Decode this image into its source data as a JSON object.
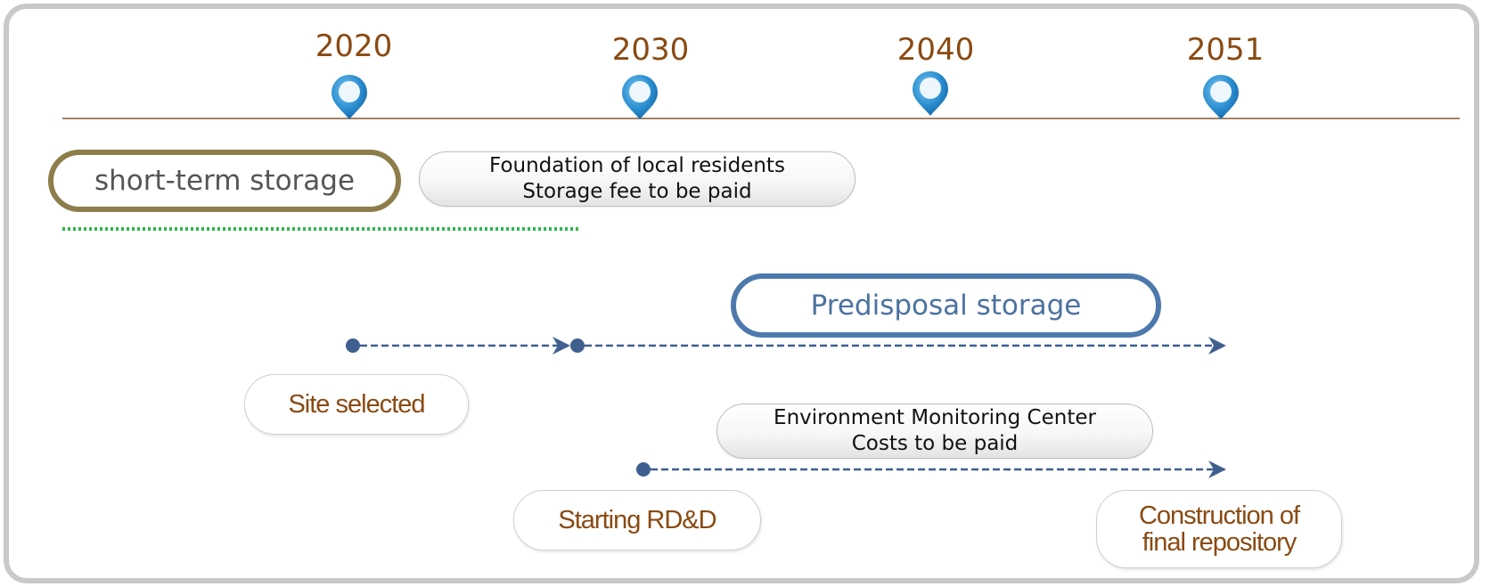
{
  "timeline": {
    "years": [
      "2020",
      "2030",
      "2040",
      "2051"
    ]
  },
  "labels": {
    "short_term": "short-term storage",
    "foundation_line1": "Foundation of local residents",
    "foundation_line2": "Storage fee to be paid",
    "predisposal": "Predisposal storage",
    "site_selected": "Site selected",
    "env_line1": "Environment Monitoring Center",
    "env_line2": "Costs to be paid",
    "rdd": "Starting RD&D",
    "construction_line1": "Construction of",
    "construction_line2": "final repository"
  },
  "colors": {
    "year_text": "#8a4a12",
    "axis_line": "#8a5a30",
    "pin": "#2a8ed0",
    "arrow": "#3f5f8f",
    "dotted_green": "#2db84a",
    "short_term_border": "#8c7d4a",
    "predisposal_border": "#4e79ad"
  }
}
